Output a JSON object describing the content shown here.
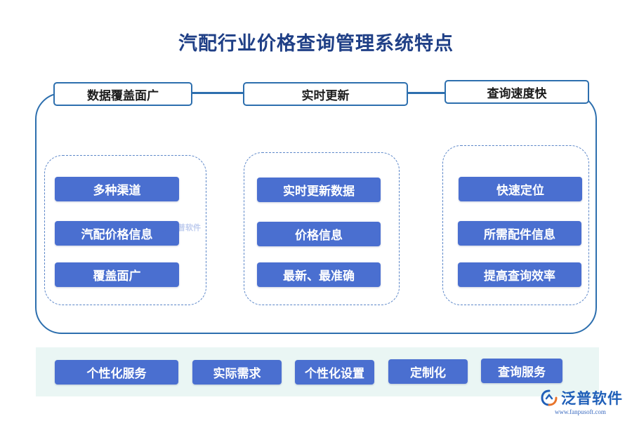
{
  "title": "汽配行业价格查询管理系统特点",
  "columns": [
    {
      "header": "数据覆盖面广",
      "items": [
        "多种渠道",
        "汽配价格信息",
        "覆盖面广"
      ]
    },
    {
      "header": "实时更新",
      "items": [
        "实时更新数据",
        "价格信息",
        "最新、最准确"
      ]
    },
    {
      "header": "查询速度快",
      "items": [
        "快速定位",
        "所需配件信息",
        "提高查询效率"
      ]
    }
  ],
  "bottom_items": [
    "个性化服务",
    "实际需求",
    "个性化设置",
    "定制化",
    "查询服务"
  ],
  "brand": {
    "name": "泛普软件",
    "url": "www.fanpusoft.com"
  },
  "watermark": {
    "text": "泛普软件"
  },
  "colors": {
    "title": "#1f3f86",
    "frame": "#2d6fae",
    "pill": "#4a6fd0",
    "band": "#eaf6f4"
  }
}
